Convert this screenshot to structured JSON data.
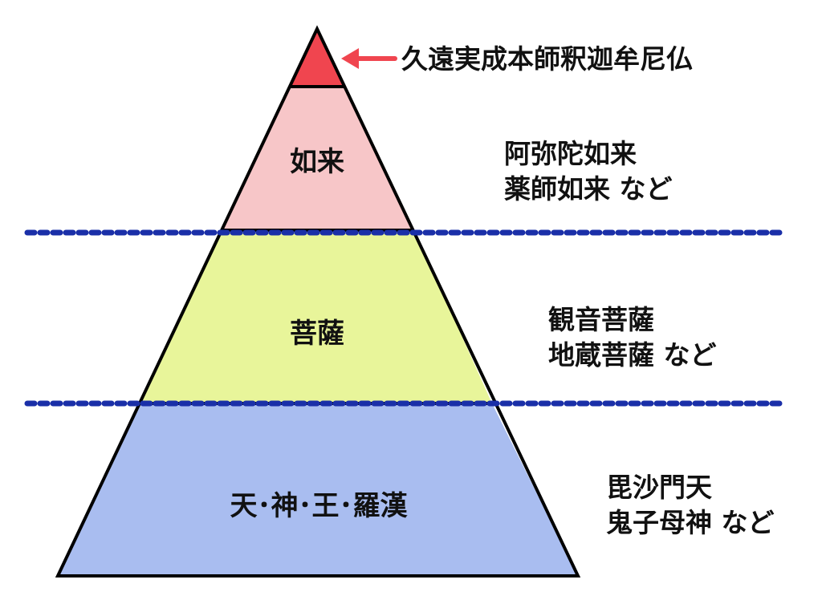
{
  "pyramid": {
    "apex_callout": "久遠実成本師釈迦牟尼仏",
    "tiers": [
      {
        "label": "如来",
        "examples": [
          "阿弥陀如来",
          "薬師如来 など"
        ],
        "color": "#f7c6c8"
      },
      {
        "label": "菩薩",
        "examples": [
          "観音菩薩",
          "地蔵菩薩 など"
        ],
        "color": "#e8f59a"
      },
      {
        "label": "天･神･王･羅漢",
        "examples": [
          "毘沙門天",
          "鬼子母神 など"
        ],
        "color": "#a9bdf0"
      }
    ],
    "apex_color": "#f0454f",
    "divider_color": "#1a2fa8",
    "arrow_color": "#f0454f"
  }
}
